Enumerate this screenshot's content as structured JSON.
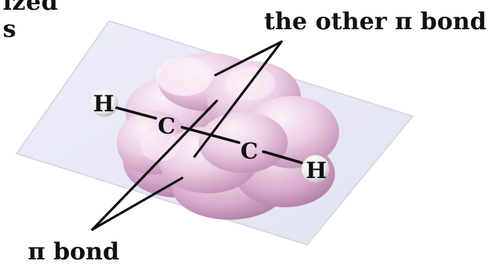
{
  "labels": {
    "top_partial": "ized",
    "left_partial": "s",
    "other_pi_bond": "the other π bond",
    "pi_bond": "π bond"
  },
  "atoms": {
    "h_left": "H",
    "c_left": "C",
    "c_right": "C",
    "h_right": "H"
  },
  "colors": {
    "plane_fill": "#e7e8f4",
    "plane_edge": "#d6d7e6",
    "cloud_light": "#f5e4f1",
    "cloud_mid": "#e8c7e0",
    "cloud_dark": "#c994bb",
    "text": "#111111"
  }
}
